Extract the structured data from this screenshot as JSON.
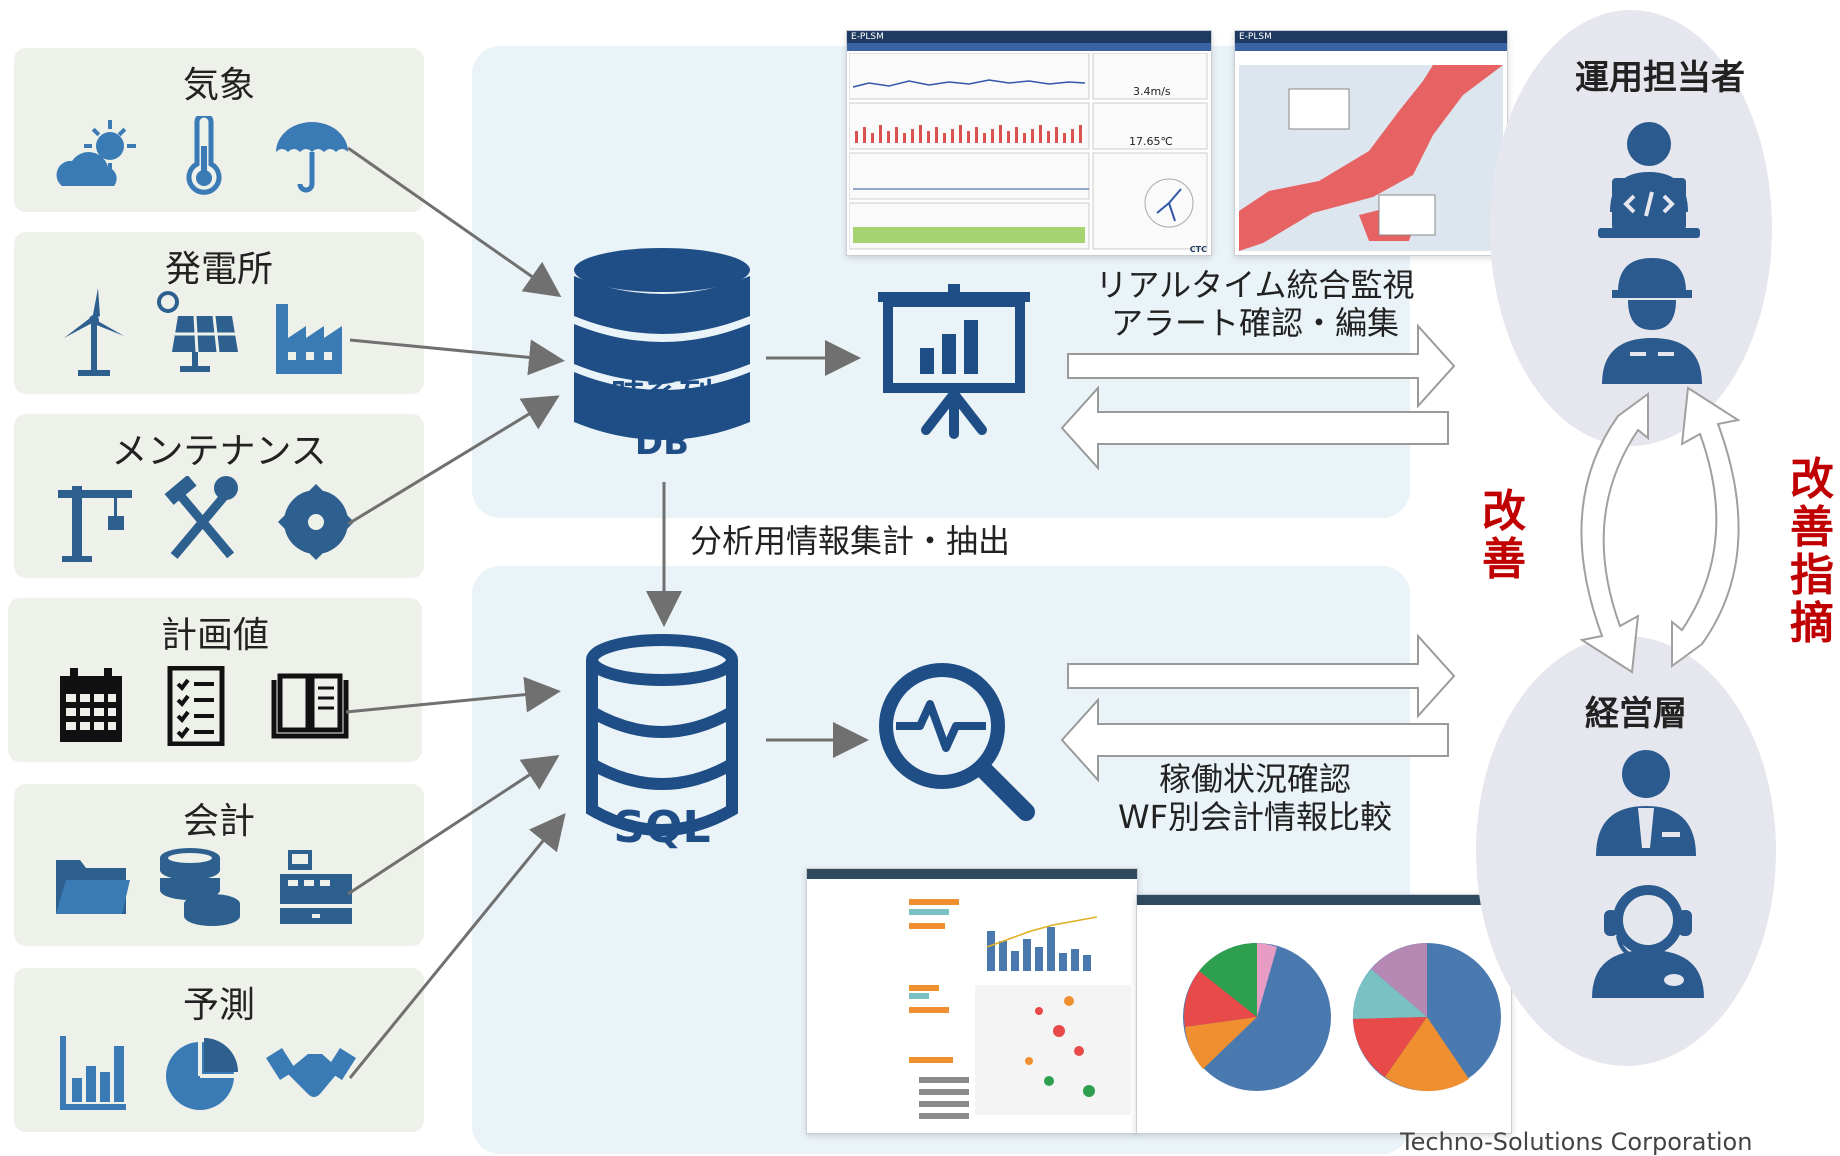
{
  "sources": [
    {
      "id": "weather",
      "title": "気象",
      "icons": [
        "sun-cloud-icon",
        "thermometer-icon",
        "umbrella-icon"
      ]
    },
    {
      "id": "plant",
      "title": "発電所",
      "icons": [
        "wind-turbine-icon",
        "solar-panel-icon",
        "factory-icon"
      ]
    },
    {
      "id": "maintenance",
      "title": "メンテナンス",
      "icons": [
        "crane-icon",
        "hammer-wrench-icon",
        "saw-blade-icon"
      ]
    },
    {
      "id": "plan",
      "title": "計画値",
      "icons": [
        "calendar-icon",
        "checklist-icon",
        "book-icon"
      ]
    },
    {
      "id": "accounting",
      "title": "会計",
      "icons": [
        "folder-icon",
        "coins-icon",
        "cash-register-icon"
      ]
    },
    {
      "id": "forecast",
      "title": "予測",
      "icons": [
        "bar-chart-icon",
        "pie-chart-icon",
        "handshake-icon"
      ]
    }
  ],
  "db": {
    "line1": "時系列",
    "line2": "DB"
  },
  "sql": {
    "label": "SQL"
  },
  "extract_label": "分析用情報集計・抽出",
  "monitor_label": {
    "line1": "リアルタイム統合監視",
    "line2": "アラート確認・編集"
  },
  "analysis_label": {
    "line1": "稼働状況確認",
    "line2": "WF別会計情報比較"
  },
  "screenshots": {
    "dashboard": {
      "app": "E-PLSM",
      "wind": "3.4m/s",
      "temp": "17.65℃",
      "footer": "CTC"
    },
    "map": {
      "app": "E-PLSM"
    }
  },
  "roles": {
    "operator": "運用担当者",
    "management": "経営層"
  },
  "cycle": {
    "improve": [
      "改",
      "善"
    ],
    "instruct": [
      "改",
      "善",
      "指",
      "摘"
    ]
  },
  "footer": "Techno-Solutions Corporation",
  "colors": {
    "icon_blue": "#2f6fa8",
    "dark_blue": "#1f4e86",
    "red": "#c00000",
    "panel": "#eaf3f8",
    "box": "#eef1ea"
  }
}
